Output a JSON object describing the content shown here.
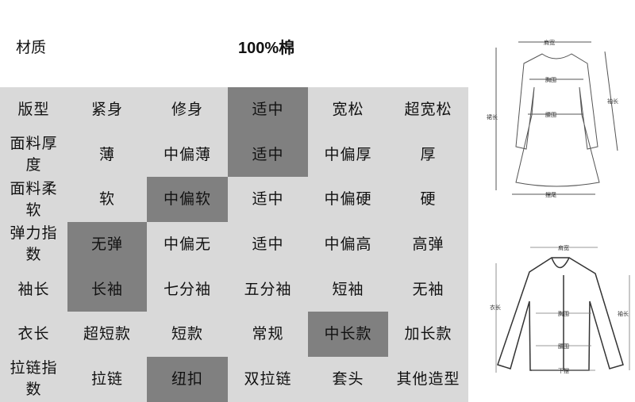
{
  "material": {
    "label": "材质",
    "value": "100%棉"
  },
  "table": {
    "rows": [
      {
        "header": "版型",
        "options": [
          "紧身",
          "修身",
          "适中",
          "宽松",
          "超宽松"
        ],
        "selected": [
          2
        ]
      },
      {
        "header": "面料厚度",
        "options": [
          "薄",
          "中偏薄",
          "适中",
          "中偏厚",
          "厚"
        ],
        "selected": [
          2
        ]
      },
      {
        "header": "面料柔软",
        "options": [
          "软",
          "中偏软",
          "适中",
          "中偏硬",
          "硬"
        ],
        "selected": [
          1
        ]
      },
      {
        "header": "弹力指数",
        "options": [
          "无弹",
          "中偏无",
          "适中",
          "中偏高",
          "高弹"
        ],
        "selected": [
          0
        ]
      },
      {
        "header": "袖长",
        "options": [
          "长袖",
          "七分袖",
          "五分袖",
          "短袖",
          "无袖"
        ],
        "selected": [
          0
        ]
      },
      {
        "header": "衣长",
        "options": [
          "超短款",
          "短款",
          "常规",
          "中长款",
          "加长款"
        ],
        "selected": [
          3
        ]
      },
      {
        "header": "拉链指数",
        "options": [
          "拉链",
          "纽扣",
          "双拉链",
          "套头",
          "其他造型"
        ],
        "selected": [
          1
        ]
      }
    ]
  },
  "dress_diagram": {
    "shoulder": "肩宽",
    "chest": "胸围",
    "waist": "腰围",
    "sleeve": "袖长",
    "length": "裙长",
    "hem": "摆尾"
  },
  "shirt_diagram": {
    "shoulder": "肩宽",
    "length": "衣长",
    "chest": "胸围",
    "waist": "腰围",
    "sleeve": "袖长",
    "hem": "下摆"
  },
  "colors": {
    "table_bg": "#d9d9d9",
    "selected_bg": "#808080"
  }
}
